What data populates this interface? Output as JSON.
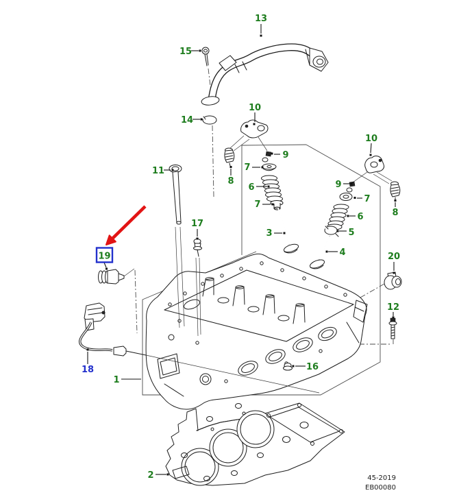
{
  "diagram": {
    "type": "exploded-parts-diagram",
    "footer": {
      "date_code": "45-2019",
      "drawing_code": "EB00080"
    },
    "colors": {
      "label_green": "#1e7d1e",
      "highlight_blue": "#2230cc",
      "arrow_red": "#e21414",
      "line_black": "#1c1c1c",
      "background": "#ffffff"
    },
    "selection": {
      "highlighted_callout": "19"
    },
    "callouts": {
      "part1": "1",
      "part2": "2",
      "part3": "3",
      "part4": "4",
      "part5": "5",
      "part6_left": "6",
      "part6_right": "6",
      "part7_upper_left": "7",
      "part7_lower_left": "7",
      "part7_right": "7",
      "part8_left": "8",
      "part8_right": "8",
      "part9_left": "9",
      "part9_right": "9",
      "part10_left": "10",
      "part10_right": "10",
      "part11": "11",
      "part12": "12",
      "part13": "13",
      "part14": "14",
      "part15": "15",
      "part16": "16",
      "part17": "17",
      "part18": "18",
      "part19": "19",
      "part20": "20"
    }
  }
}
